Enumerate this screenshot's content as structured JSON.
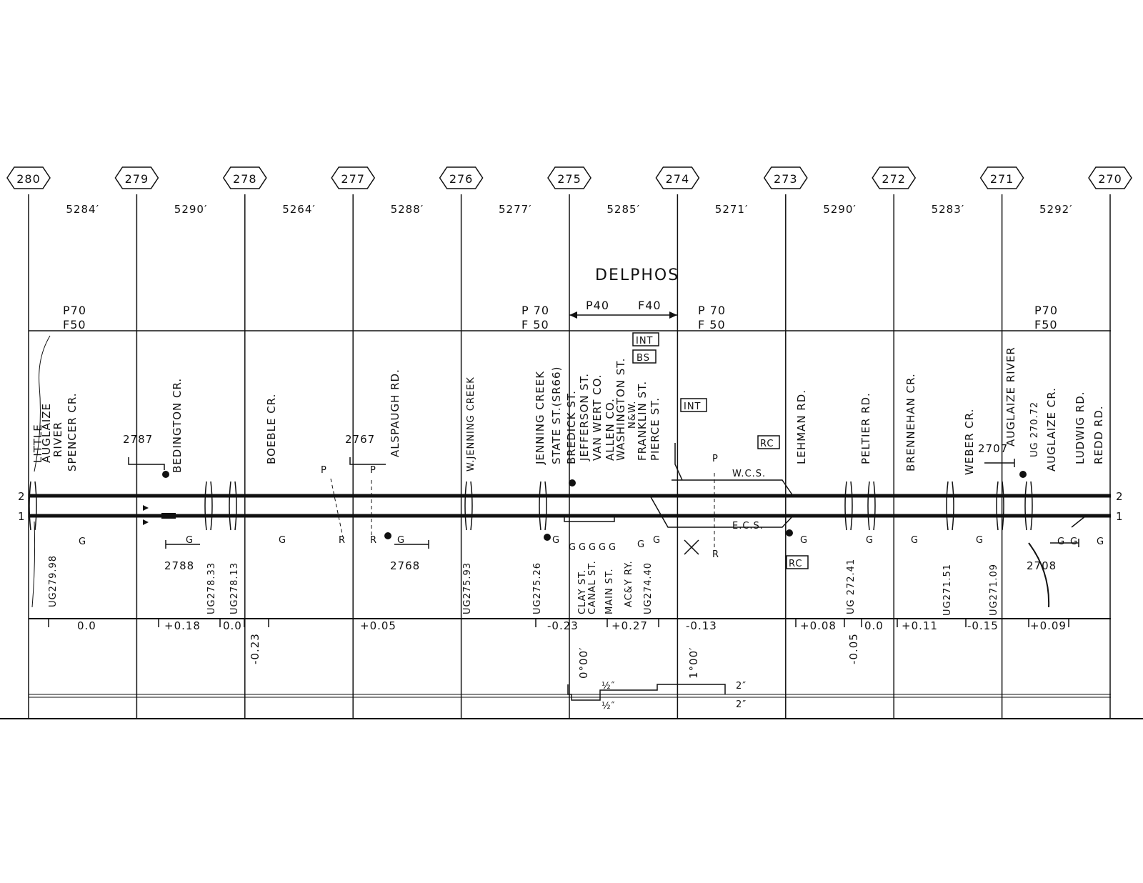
{
  "chart_data": {
    "type": "table",
    "title": "DELPHOS",
    "mileposts": [
      "280",
      "279",
      "278",
      "277",
      "276",
      "275",
      "274",
      "273",
      "272",
      "271",
      "270"
    ],
    "segment_lengths": [
      "5284′",
      "5290′",
      "5264′",
      "5288′",
      "5277′",
      "5285′",
      "5271′",
      "5290′",
      "5283′",
      "5292′"
    ],
    "speeds": [
      {
        "p": "P70",
        "f": "F50"
      },
      {
        "p": "P 70",
        "f": "F 50"
      },
      {
        "p": "P40",
        "f": "F40"
      },
      {
        "p": "P 70",
        "f": "F 50"
      },
      {
        "p": "P70",
        "f": "F50"
      }
    ],
    "track_labels": {
      "track2": "2",
      "track1": "1",
      "wcs": "W.C.S.",
      "ecs": "E.C.S."
    },
    "crossings": [
      {
        "id": "c1",
        "lines": [
          "LITTLE",
          "AUGLAIZE",
          "RIVER"
        ]
      },
      {
        "id": "c2",
        "lines": [
          "SPENCER CR."
        ]
      },
      {
        "id": "c3",
        "lines": [
          "BEDINGTON CR."
        ]
      },
      {
        "id": "c4",
        "lines": [
          "BOEBLE CR."
        ]
      },
      {
        "id": "c5",
        "lines": [
          "ALSPAUGH RD."
        ]
      },
      {
        "id": "c6",
        "lines": [
          "W.JENNING CREEK"
        ]
      },
      {
        "id": "c7",
        "lines": [
          "JENNING CREEK"
        ]
      },
      {
        "id": "c8",
        "lines": [
          "STATE ST.(SR66)"
        ]
      },
      {
        "id": "c9",
        "lines": [
          "BREDICK ST."
        ]
      },
      {
        "id": "c10",
        "lines": [
          "JEFFERSON ST."
        ]
      },
      {
        "id": "c11",
        "lines": [
          "VAN WERT CO."
        ]
      },
      {
        "id": "c12",
        "lines": [
          "ALLEN CO."
        ]
      },
      {
        "id": "c13",
        "lines": [
          "WASHINGTON ST."
        ]
      },
      {
        "id": "c14",
        "lines": [
          "N&W."
        ]
      },
      {
        "id": "c15",
        "lines": [
          "FRANKLIN ST."
        ]
      },
      {
        "id": "c16",
        "lines": [
          "PIERCE ST."
        ]
      },
      {
        "id": "c17",
        "lines": [
          "LEHMAN RD."
        ]
      },
      {
        "id": "c18",
        "lines": [
          "PELTIER RD."
        ]
      },
      {
        "id": "c19",
        "lines": [
          "BRENNEHAN CR."
        ]
      },
      {
        "id": "c20",
        "lines": [
          "WEBER CR."
        ]
      },
      {
        "id": "c21",
        "lines": [
          "AUGLAIZE RIVER"
        ]
      },
      {
        "id": "c22",
        "lines": [
          "AUGLAIZE CR."
        ]
      },
      {
        "id": "c23",
        "lines": [
          "LUDWIG RD."
        ]
      },
      {
        "id": "c24",
        "lines": [
          "REDD RD."
        ]
      }
    ],
    "lower_labels": [
      {
        "id": "l1",
        "text": "UG279.98"
      },
      {
        "id": "l2",
        "text": "UG278.33"
      },
      {
        "id": "l3",
        "text": "UG278.13"
      },
      {
        "id": "l4",
        "text": "UG275.93"
      },
      {
        "id": "l5",
        "text": "UG275.26"
      },
      {
        "id": "l6",
        "text": "CLAY ST."
      },
      {
        "id": "l7",
        "text": "CANAL ST."
      },
      {
        "id": "l8",
        "text": "MAIN ST."
      },
      {
        "id": "l9",
        "text": "AC&Y RY."
      },
      {
        "id": "l10",
        "text": "UG274.40"
      },
      {
        "id": "l11",
        "text": "UG 272.41"
      },
      {
        "id": "l12",
        "text": "UG271.51"
      },
      {
        "id": "l13",
        "text": "UG271.09"
      },
      {
        "id": "l14",
        "text": "UG 270.72"
      }
    ],
    "signals": [
      "2787",
      "2788",
      "2767",
      "2768",
      "2707",
      "2708"
    ],
    "boxes": [
      "INT",
      "BS",
      "INT",
      "RC",
      "RC"
    ],
    "grades": [
      {
        "id": "g1",
        "text": "0.0"
      },
      {
        "id": "g2",
        "text": "+0.18"
      },
      {
        "id": "g3",
        "text": "0.0"
      },
      {
        "id": "g4",
        "text": "-0.23"
      },
      {
        "id": "g5",
        "text": "+0.05"
      },
      {
        "id": "g6",
        "text": "-0.23"
      },
      {
        "id": "g7",
        "text": "+0.27"
      },
      {
        "id": "g8",
        "text": "-0.13"
      },
      {
        "id": "g9",
        "text": "+0.08"
      },
      {
        "id": "g10",
        "text": "-0.05"
      },
      {
        "id": "g11",
        "text": "0.0"
      },
      {
        "id": "g12",
        "text": "+0.11"
      },
      {
        "id": "g13",
        "text": "-0.15"
      },
      {
        "id": "g14",
        "text": "+0.09"
      }
    ],
    "curves": [
      {
        "id": "cv1",
        "text": "0°00′"
      },
      {
        "id": "cv2",
        "text": "1°00′"
      },
      {
        "id": "cv3",
        "text": "½″"
      },
      {
        "id": "cv4",
        "text": "½″"
      },
      {
        "id": "cv5",
        "text": "2″"
      },
      {
        "id": "cv6",
        "text": "2″"
      }
    ],
    "marks": [
      "G",
      "R",
      "P"
    ]
  }
}
